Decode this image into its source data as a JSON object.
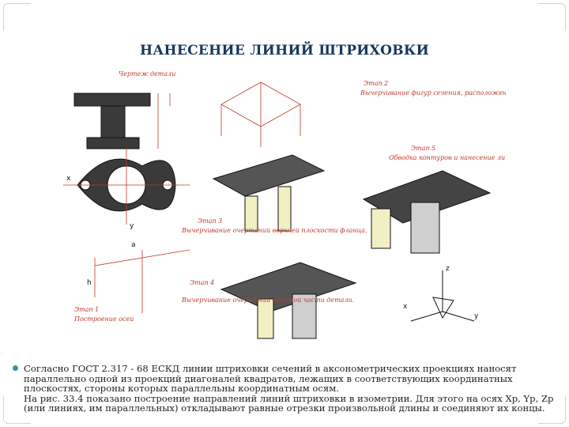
{
  "slide": {
    "title": "НАНЕСЕНИЕ ЛИНИЙ ШТРИХОВКИ"
  },
  "figure": {
    "labels": {
      "drawing": "Чертеж детали",
      "stage1": "Этап 1",
      "stage1_text": "Построение осей",
      "stage2": "Этап 2",
      "stage2_text": "Вычерчивание фигур сечения, расположенных в плоскостях, ограничивающих вырез.",
      "stage3": "Этап 3",
      "stage3_text": "Вычерчивание очертаний верхней плоскости фланца.",
      "stage4": "Этап 4",
      "stage4_text": "Вычерчивание очертаний видимой части детали.",
      "stage5": "Этап 5",
      "stage5_text": "Обводка контуров и нанесение линий штриховки.",
      "axis_x": "x",
      "axis_y": "y",
      "axis_z": "z",
      "dim_a": "a",
      "dim_h": "h"
    }
  },
  "body": {
    "paragraph": "Согласно ГОСТ 2.317 - 68 ЕСКД линии штриховки сечений в аксонометрических проекциях наносят параллельно одной из проекций диагоналей квадратов, лежащих в соответствующих координатных плоскостях, стороны которых параллельны координатным осям.\nНа рис. 33.4 показано построение направлений линий штриховки в изометрии. Для этого на осях Xp, Yp, Zp (или линиях, им параллельных) откладывают равные отрезки произвольной длины и соединяют их концы."
  }
}
